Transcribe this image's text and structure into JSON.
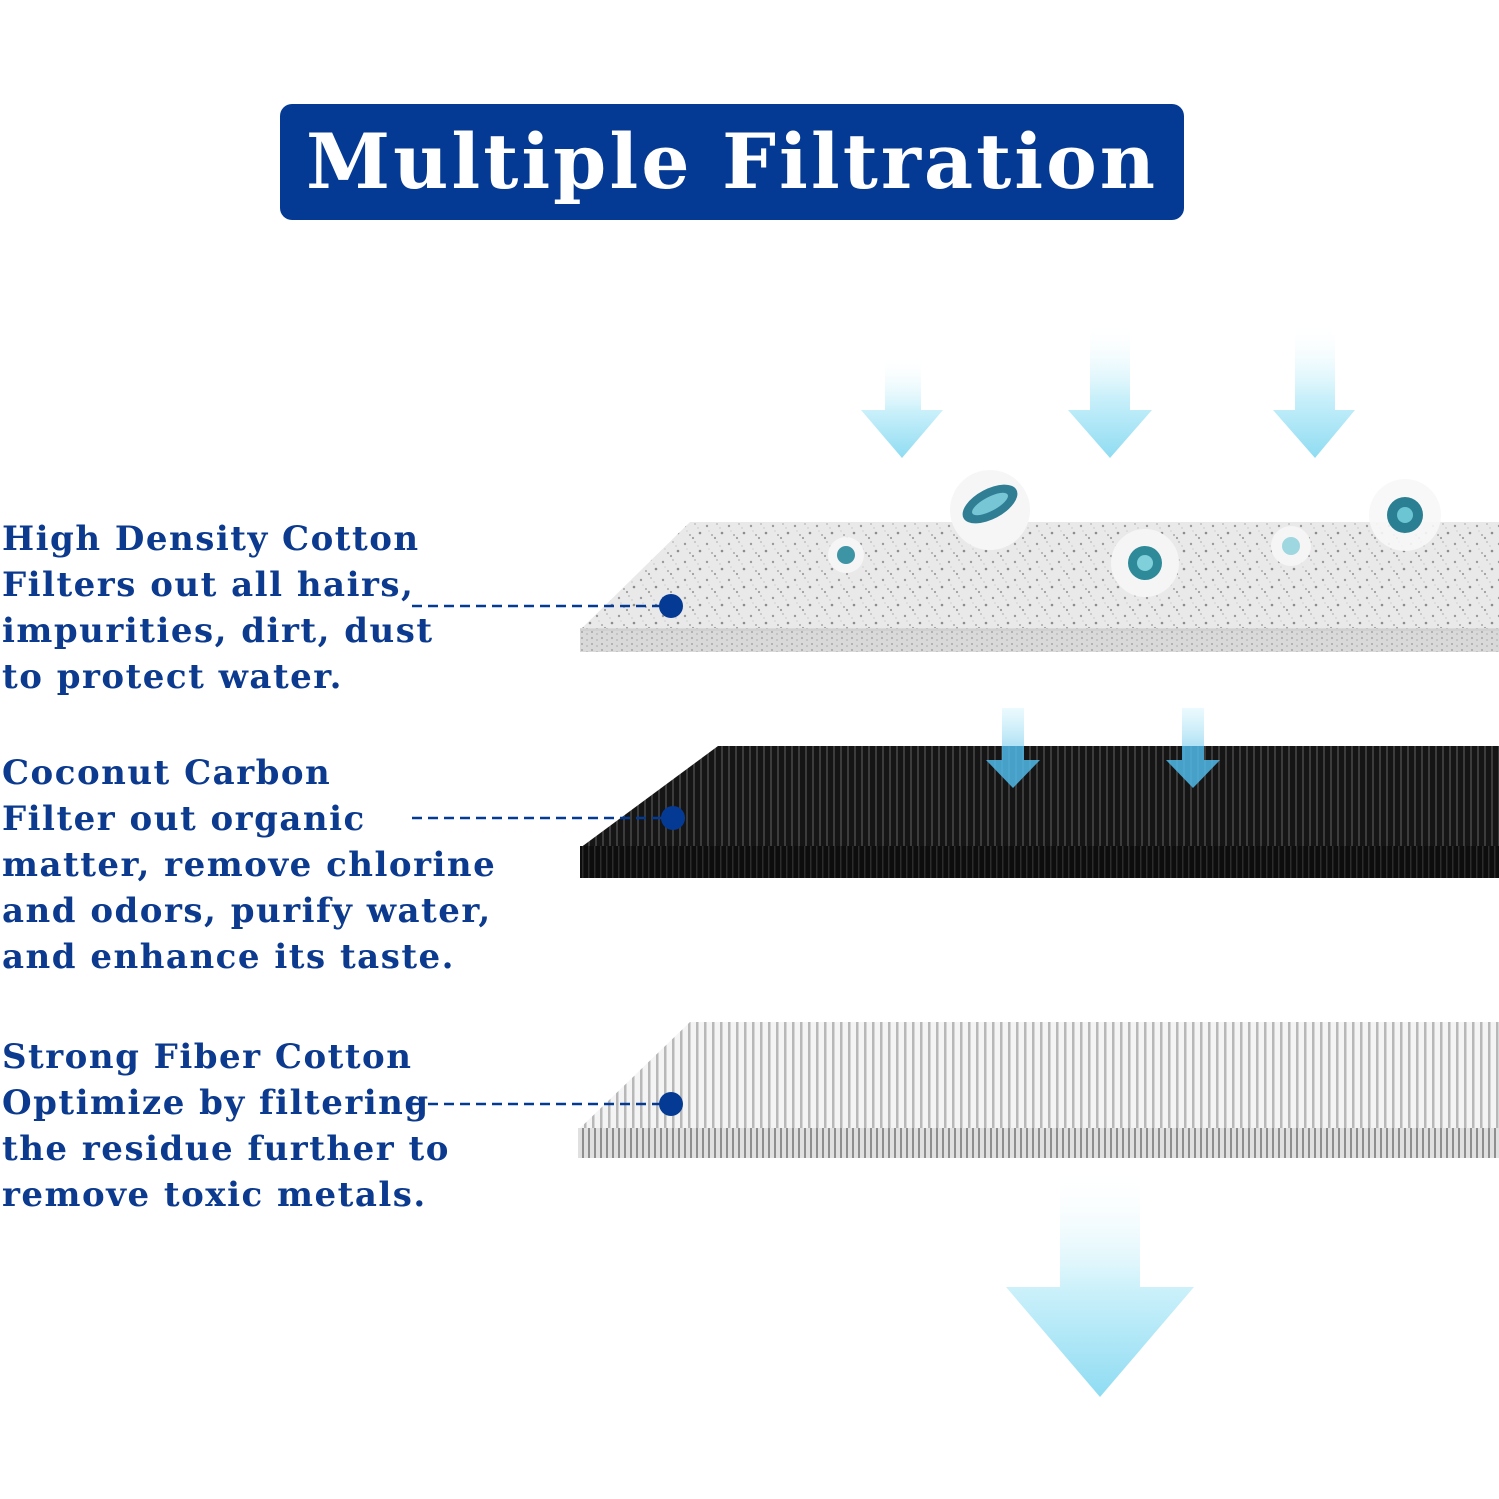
{
  "title": "Multiple Filtration",
  "colors": {
    "banner": "#053a94",
    "label_text": "#0b3a8e",
    "marker": "#053a94",
    "arrow": "#9fe3f5"
  },
  "layers": [
    {
      "heading": "High Density Cotton",
      "lines": [
        "Filters out all hairs,",
        "impurities, dirt, dust",
        "to protect water."
      ],
      "material": "white-cotton-with-particles"
    },
    {
      "heading": "Coconut Carbon",
      "lines": [
        "Filter out organic",
        "matter, remove chlorine",
        "and odors, purify water,",
        "and enhance its taste."
      ],
      "material": "black-carbon-ribbed"
    },
    {
      "heading": "Strong Fiber Cotton",
      "lines": [
        "Optimize by filtering",
        "the residue further to",
        "remove toxic metals."
      ],
      "material": "white-fiber-ribbed"
    }
  ],
  "icons": [
    "down-arrow-icon",
    "bacteria-icon",
    "callout-dot-icon"
  ]
}
